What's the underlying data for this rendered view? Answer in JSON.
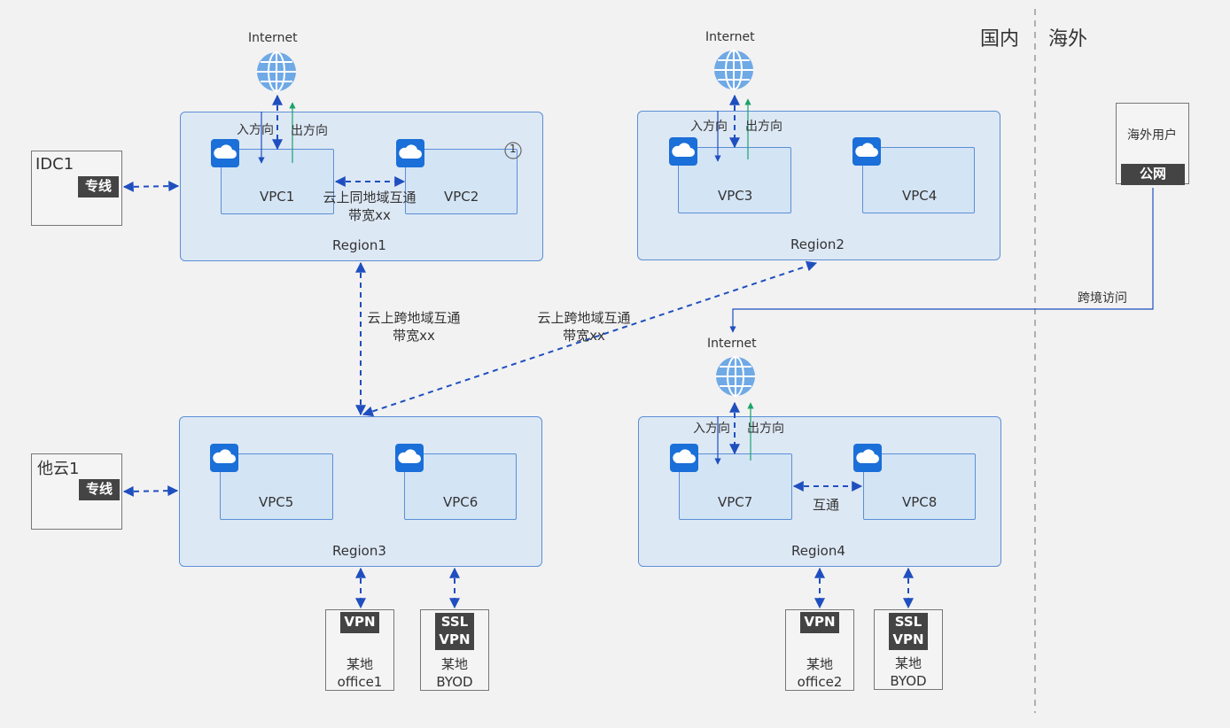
{
  "headers": {
    "domestic": "国内",
    "overseas": "海外"
  },
  "internet_label": "Internet",
  "direction": {
    "in": "入方向",
    "out": "出方向"
  },
  "regions": {
    "r1": "Region1",
    "r2": "Region2",
    "r3": "Region3",
    "r4": "Region4"
  },
  "vpcs": {
    "v1": "VPC1",
    "v2": "VPC2",
    "v3": "VPC3",
    "v4": "VPC4",
    "v5": "VPC5",
    "v6": "VPC6",
    "v7": "VPC7",
    "v8": "VPC8"
  },
  "intra_region": {
    "line1": "云上同地域互通",
    "line2": "带宽xx"
  },
  "cross_region": {
    "line1": "云上跨地域互通",
    "line2": "带宽xx"
  },
  "interconnect": "互通",
  "marker": "1",
  "idc": {
    "name": "IDC1",
    "tag": "专线"
  },
  "other_cloud": {
    "name": "他云1",
    "tag": "专线"
  },
  "overseas_user": {
    "name": "海外用户",
    "tag": "公网"
  },
  "cross_border": "跨境访问",
  "sites": {
    "vpn1": {
      "tag": "VPN",
      "line1": "某地",
      "line2": "office1"
    },
    "ssl1": {
      "tag1": "SSL",
      "tag2": "VPN",
      "line1": "某地",
      "line2": "BYOD"
    },
    "vpn2": {
      "tag": "VPN",
      "line1": "某地",
      "line2": "office2"
    },
    "ssl2": {
      "tag1": "SSL",
      "tag2": "VPN",
      "line1": "某地",
      "line2": "BYOD"
    }
  },
  "colors": {
    "link": "#1f4fbf",
    "out": "#1aa36a",
    "cloud": "#1a6fd8",
    "region_fill": "#dde8f5",
    "border": "#5b8fd6"
  }
}
